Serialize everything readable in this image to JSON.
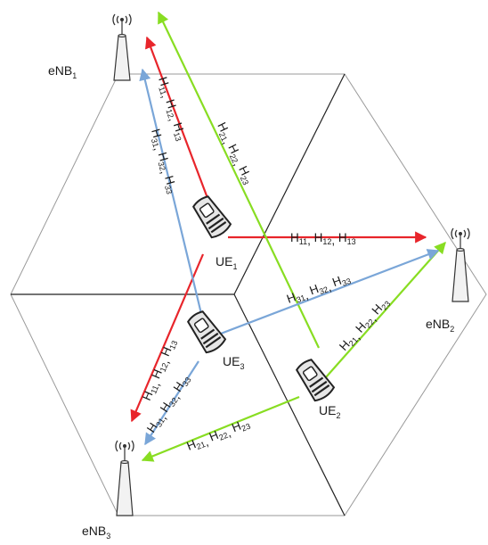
{
  "nodes": {
    "enb1": {
      "name": "eNB",
      "sub": "1"
    },
    "enb2": {
      "name": "eNB",
      "sub": "2"
    },
    "enb3": {
      "name": "eNB",
      "sub": "3"
    },
    "ue1": {
      "name": "UE",
      "sub": "1"
    },
    "ue2": {
      "name": "UE",
      "sub": "2"
    },
    "ue3": {
      "name": "UE",
      "sub": "3"
    }
  },
  "links": {
    "ue1_enb1": {
      "terms": [
        [
          "H",
          "11"
        ],
        [
          "H",
          "12"
        ],
        [
          "H",
          "13"
        ]
      ],
      "color": "#e8252b"
    },
    "ue1_enb2": {
      "terms": [
        [
          "H",
          "11"
        ],
        [
          "H",
          "12"
        ],
        [
          "H",
          "13"
        ]
      ],
      "color": "#e8252b"
    },
    "ue1_enb3": {
      "terms": [
        [
          "H",
          "11"
        ],
        [
          "H",
          "12"
        ],
        [
          "H",
          "13"
        ]
      ],
      "color": "#e8252b"
    },
    "ue2_enb1": {
      "terms": [
        [
          "H",
          "21"
        ],
        [
          "H",
          "22"
        ],
        [
          "H",
          "23"
        ]
      ],
      "color": "#88dd22"
    },
    "ue2_enb2": {
      "terms": [
        [
          "H",
          "21"
        ],
        [
          "H",
          "22"
        ],
        [
          "H",
          "23"
        ]
      ],
      "color": "#88dd22"
    },
    "ue2_enb3": {
      "terms": [
        [
          "H",
          "21"
        ],
        [
          "H",
          "22"
        ],
        [
          "H",
          "23"
        ]
      ],
      "color": "#88dd22"
    },
    "ue3_enb1": {
      "terms": [
        [
          "H",
          "31"
        ],
        [
          "H",
          "32"
        ],
        [
          "H",
          "33"
        ]
      ],
      "color": "#7aa6d8"
    },
    "ue3_enb2": {
      "terms": [
        [
          "H",
          "31"
        ],
        [
          "H",
          "32"
        ],
        [
          "H",
          "33"
        ]
      ],
      "color": "#7aa6d8"
    },
    "ue3_enb3": {
      "terms": [
        [
          "H",
          "31"
        ],
        [
          "H",
          "32"
        ],
        [
          "H",
          "33"
        ]
      ],
      "color": "#7aa6d8"
    }
  },
  "colors": {
    "ue1": "#e8252b",
    "ue2": "#88dd22",
    "ue3": "#7aa6d8",
    "cell_border": "#9a9a9a",
    "sector_border": "#222222"
  },
  "icons": {
    "tower": "antenna-tower-icon",
    "phone": "mobile-phone-icon"
  }
}
